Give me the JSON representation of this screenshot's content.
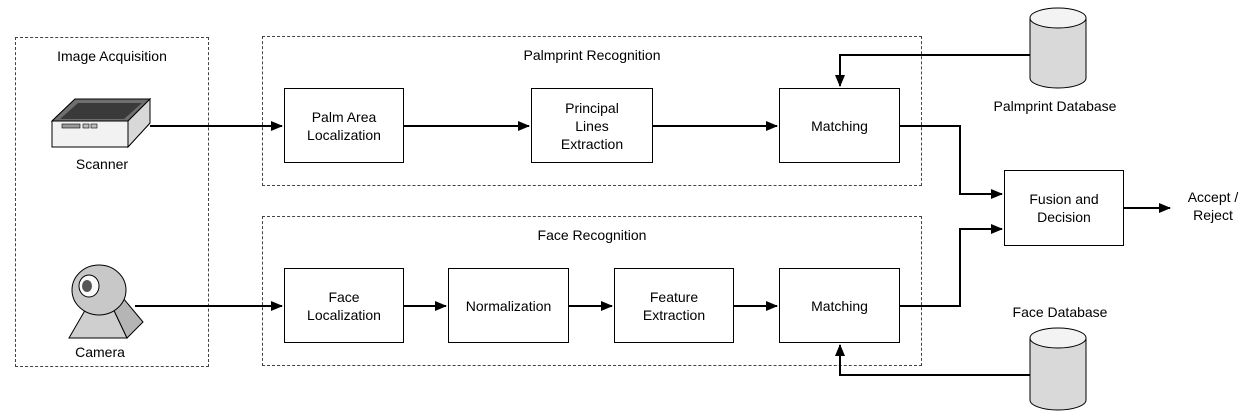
{
  "groups": {
    "image_acquisition": {
      "title": "Image Acquisition"
    },
    "palmprint_recognition": {
      "title": "Palmprint Recognition"
    },
    "face_recognition": {
      "title": "Face Recognition"
    }
  },
  "devices": {
    "scanner": {
      "label": "Scanner",
      "icon": "scanner-icon"
    },
    "camera": {
      "label": "Camera",
      "icon": "webcam-icon"
    }
  },
  "palm_steps": {
    "localization": "Palm Area Localization",
    "extraction": "Principal Lines Extraction",
    "matching": "Matching"
  },
  "face_steps": {
    "localization": "Face Localization",
    "normalization": "Normalization",
    "extraction": "Feature Extraction",
    "matching": "Matching"
  },
  "fusion": {
    "label": "Fusion and Decision"
  },
  "output": {
    "label": "Accept / Reject"
  },
  "databases": {
    "palmprint": {
      "label": "Palmprint Database",
      "icon": "database-icon"
    },
    "face": {
      "label": "Face Database",
      "icon": "database-icon"
    }
  }
}
